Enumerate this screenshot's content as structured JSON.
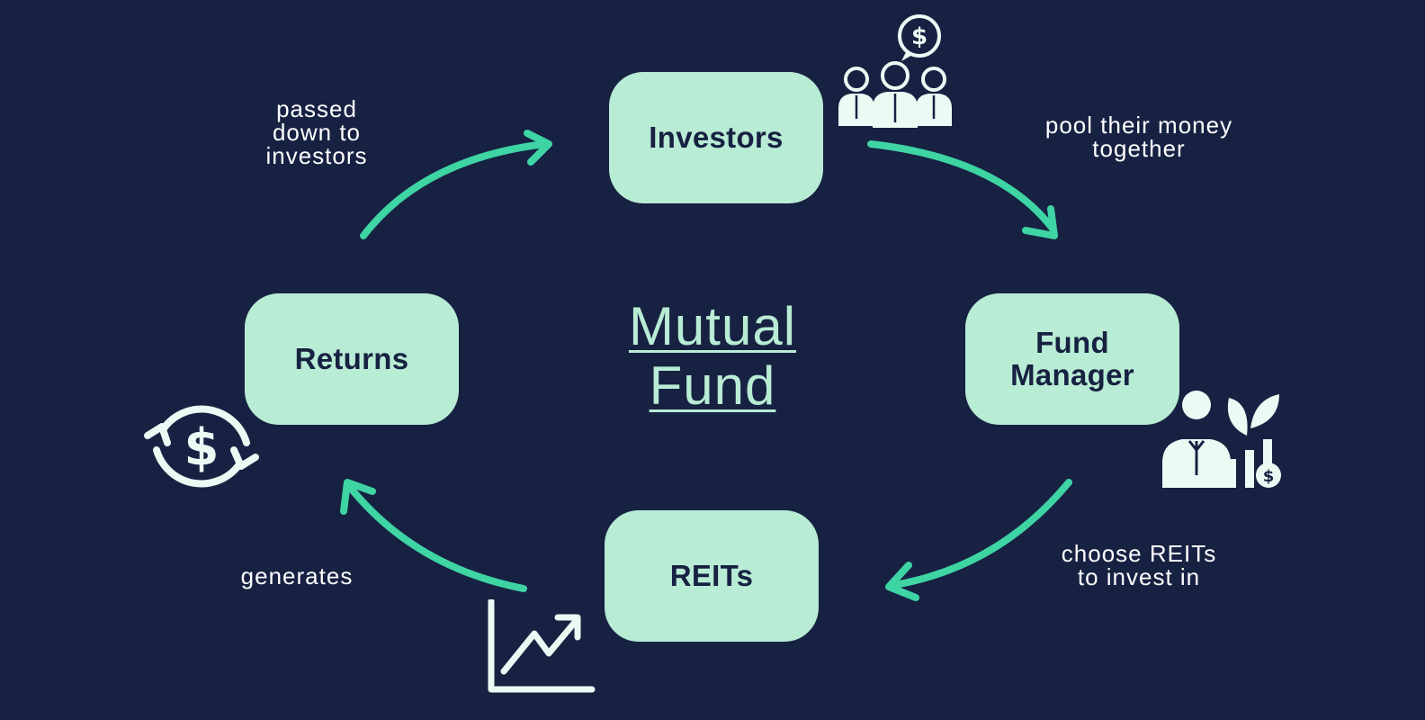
{
  "diagram": {
    "title_line1": "Mutual",
    "title_line2": "Fund",
    "nodes": {
      "investors": "Investors",
      "fund_manager_line1": "Fund",
      "fund_manager_line2": "Manager",
      "reits": "REITs",
      "returns": "Returns"
    },
    "edges": {
      "investors_to_manager": "pool their money\ntogether",
      "manager_to_reits": "choose REITs\nto invest in",
      "reits_to_returns": "generates",
      "returns_to_investors": "passed\ndown to\ninvestors"
    }
  },
  "colors": {
    "background": "#172142",
    "node_fill": "#b8ecd4",
    "arrow": "#3ed4a4",
    "icon": "#ecfaf4",
    "text": "#ffffff"
  },
  "icons": [
    "investors-group-icon",
    "fund-manager-growth-icon",
    "returns-cycle-dollar-icon",
    "line-chart-growth-icon"
  ]
}
